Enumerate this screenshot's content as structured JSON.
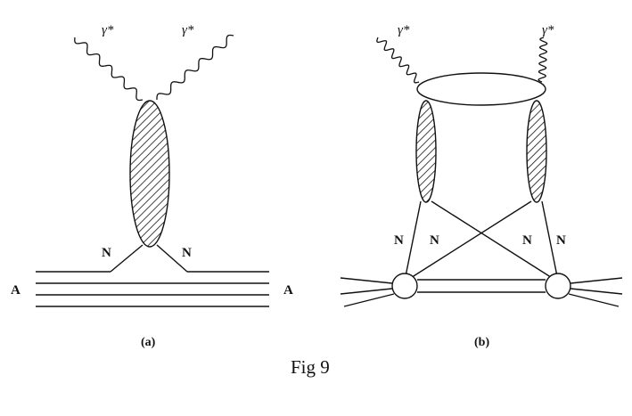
{
  "panel_a": {
    "photon_left": "γ*",
    "photon_right": "γ*",
    "nucleon_left": "N",
    "nucleon_right": "N",
    "nucleus_left": "A",
    "nucleus_right": "A",
    "caption": "(a)"
  },
  "panel_b": {
    "photon_left": "γ*",
    "photon_right": "γ*",
    "nucleons": [
      "N",
      "N",
      "N",
      "N"
    ],
    "caption": "(b)"
  },
  "figure_caption": "Fig 9"
}
